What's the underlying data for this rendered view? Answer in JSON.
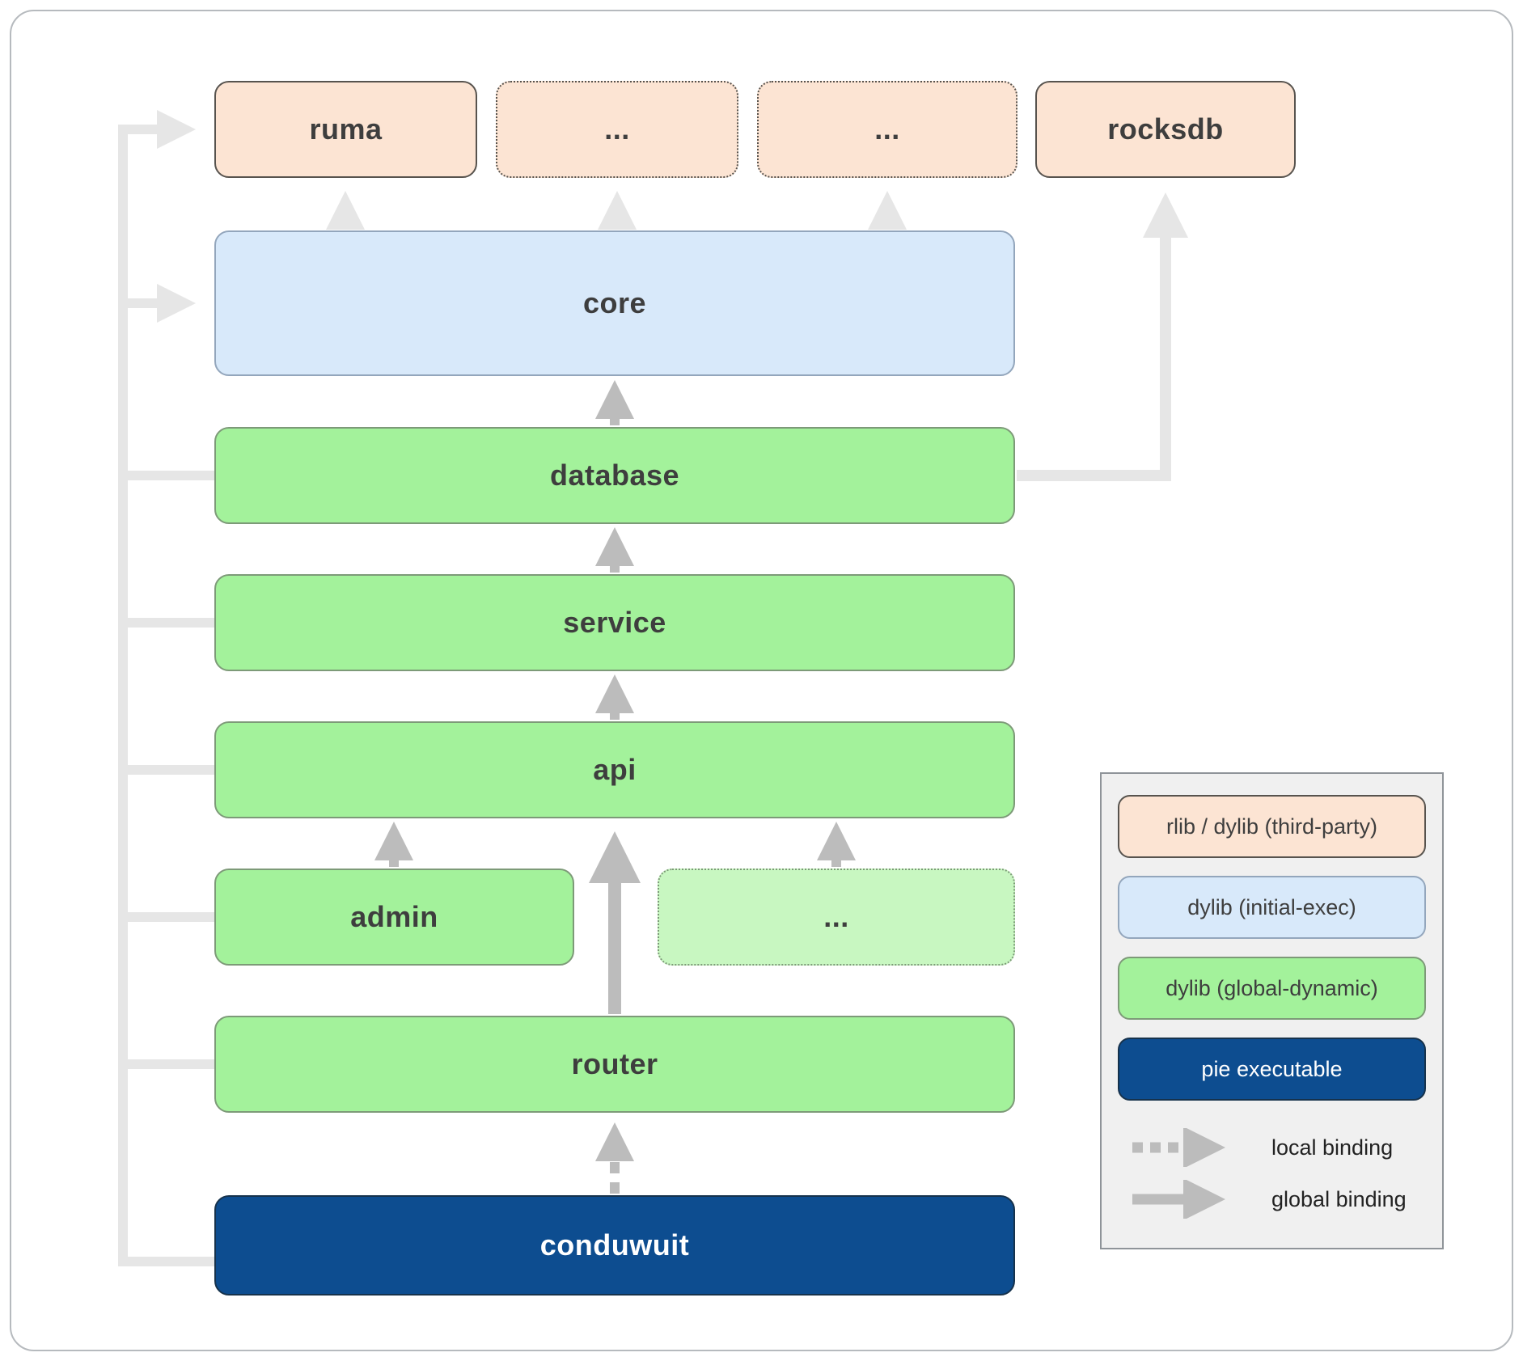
{
  "nodes": {
    "ruma": {
      "label": "ruma",
      "type": "rlib/dylib third-party"
    },
    "dep_a": {
      "label": "...",
      "type": "rlib/dylib third-party (dotted)"
    },
    "dep_b": {
      "label": "...",
      "type": "rlib/dylib third-party (dotted)"
    },
    "rocksdb": {
      "label": "rocksdb",
      "type": "rlib/dylib third-party"
    },
    "core": {
      "label": "core",
      "type": "dylib initial-exec"
    },
    "database": {
      "label": "database",
      "type": "dylib global-dynamic"
    },
    "service": {
      "label": "service",
      "type": "dylib global-dynamic"
    },
    "api": {
      "label": "api",
      "type": "dylib global-dynamic"
    },
    "admin": {
      "label": "admin",
      "type": "dylib global-dynamic"
    },
    "other": {
      "label": "...",
      "type": "dylib global-dynamic (dotted)"
    },
    "router": {
      "label": "router",
      "type": "dylib global-dynamic"
    },
    "conduwuit": {
      "label": "conduwuit",
      "type": "pie executable"
    }
  },
  "edges": [
    {
      "from": "core",
      "to": "ruma",
      "binding": "global"
    },
    {
      "from": "core",
      "to": "dep_a",
      "binding": "global"
    },
    {
      "from": "core",
      "to": "dep_b",
      "binding": "global"
    },
    {
      "from": "database",
      "to": "rocksdb",
      "binding": "global"
    },
    {
      "from": "database",
      "to": "core",
      "binding": "global"
    },
    {
      "from": "service",
      "to": "database",
      "binding": "global"
    },
    {
      "from": "api",
      "to": "service",
      "binding": "global"
    },
    {
      "from": "admin",
      "to": "api",
      "binding": "global"
    },
    {
      "from": "other",
      "to": "api",
      "binding": "global"
    },
    {
      "from": "router",
      "to": "api",
      "binding": "global"
    },
    {
      "from": "conduwuit",
      "to": "router",
      "binding": "local"
    },
    {
      "from": "conduwuit",
      "to": "ruma",
      "binding": "global"
    },
    {
      "from": "conduwuit",
      "to": "core",
      "binding": "global"
    },
    {
      "from": "conduwuit",
      "to": "database",
      "binding": "global"
    },
    {
      "from": "conduwuit",
      "to": "service",
      "binding": "global"
    },
    {
      "from": "conduwuit",
      "to": "api",
      "binding": "global"
    },
    {
      "from": "conduwuit",
      "to": "admin",
      "binding": "global"
    },
    {
      "from": "conduwuit",
      "to": "router",
      "binding": "global"
    }
  ],
  "legend": {
    "items": [
      {
        "label": "rlib / dylib (third-party)",
        "type": "third-party"
      },
      {
        "label": "dylib (initial-exec)",
        "type": "initial-exec"
      },
      {
        "label": "dylib (global-dynamic)",
        "type": "global-dynamic"
      },
      {
        "label": "pie executable",
        "type": "pie-executable"
      }
    ],
    "local_binding": "local binding",
    "global_binding": "global binding"
  },
  "colors": {
    "third_party_fill": "#fce4d3",
    "initial_exec_fill": "#d8e9fa",
    "global_dynamic_fill": "#a3f29b",
    "global_dynamic_light_fill": "#c8f7c1",
    "pie_executable_fill": "#0d4d90",
    "arrow_light": "#e6e6e6",
    "arrow_mid": "#bcbcbc"
  }
}
